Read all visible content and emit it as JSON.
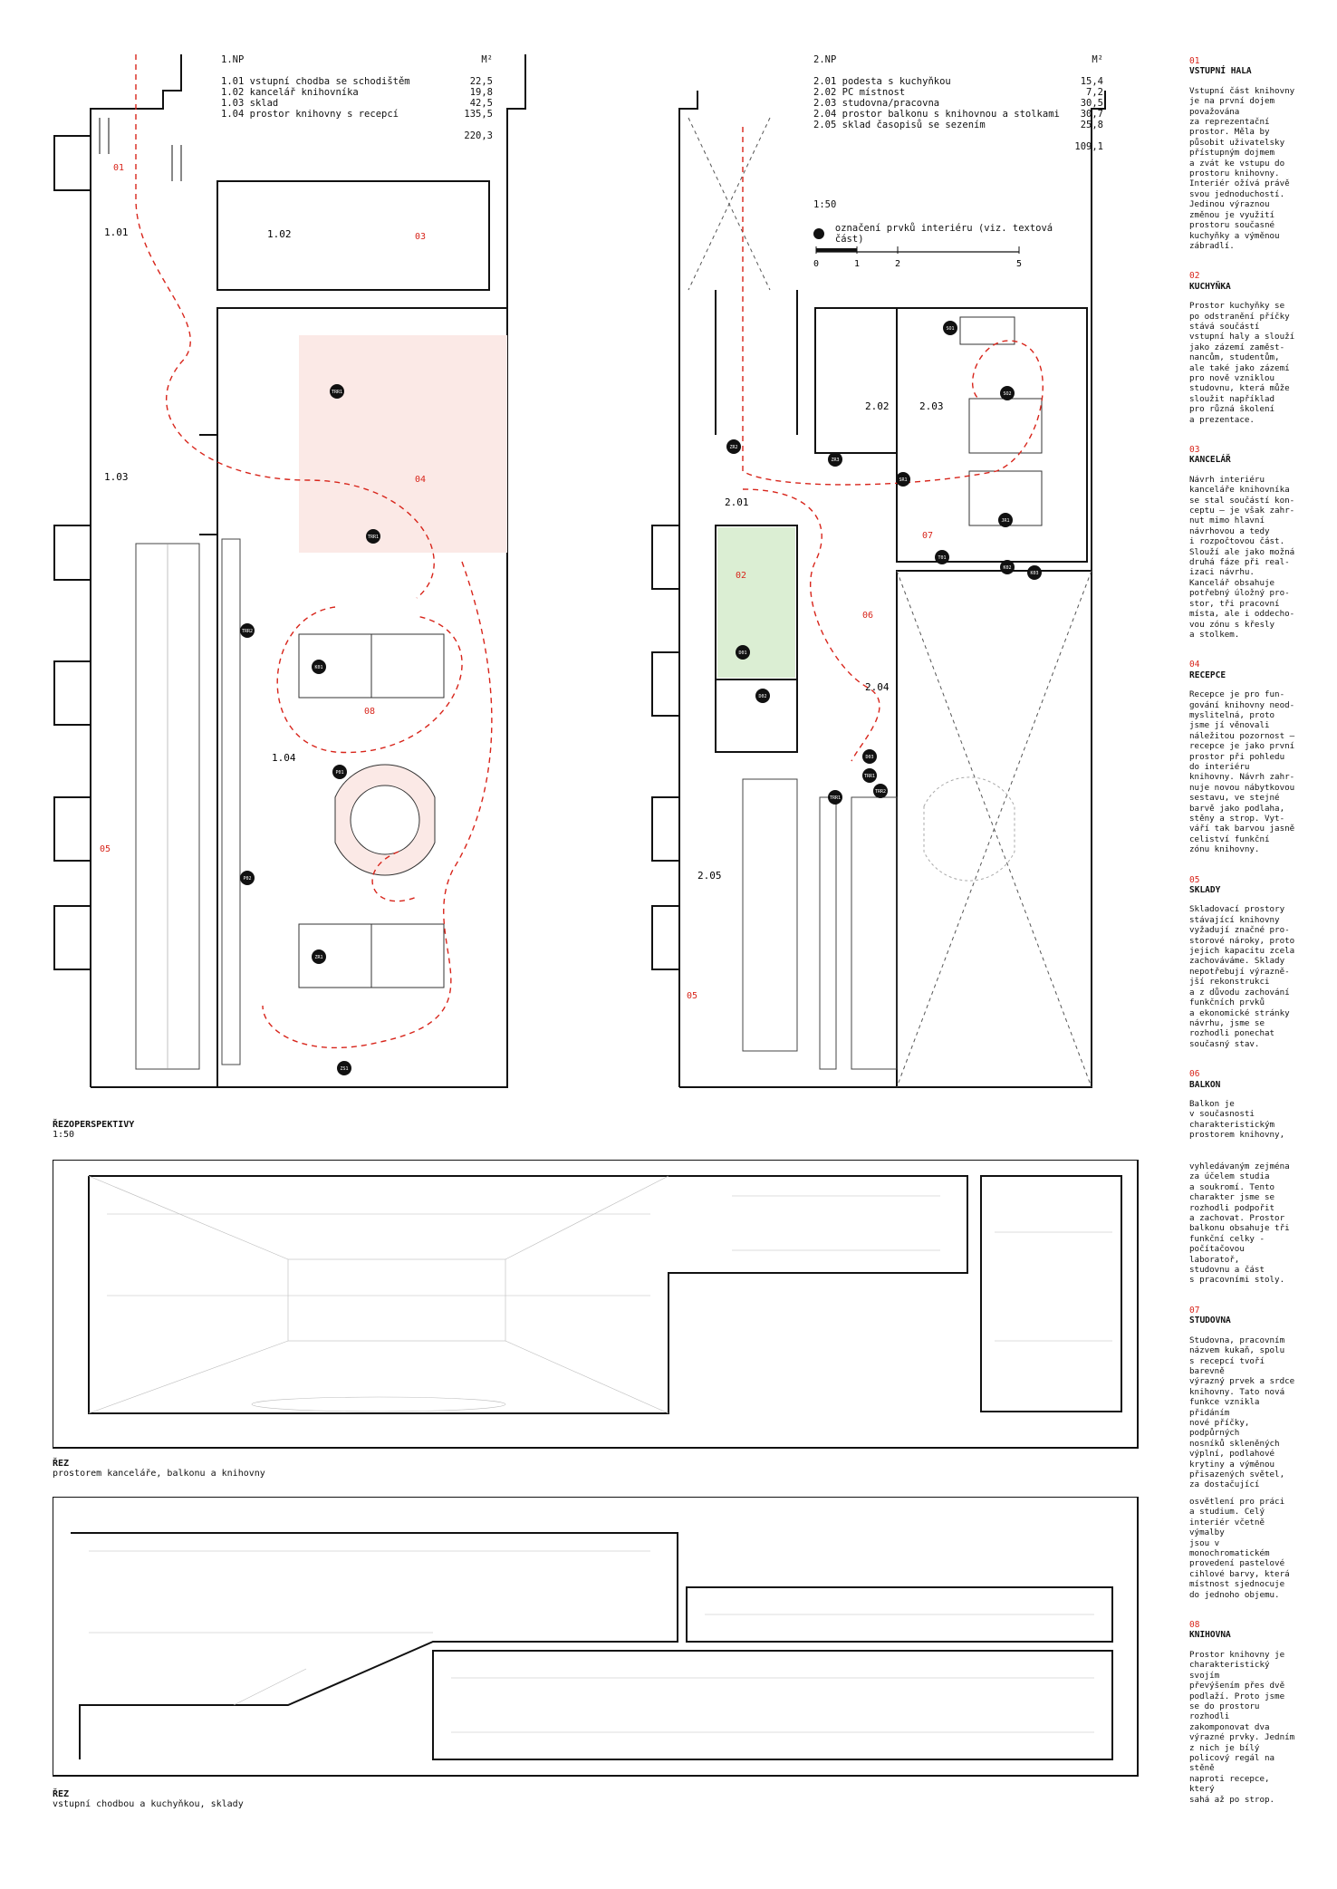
{
  "floor1": {
    "heading": "1.NP",
    "unit": "M²",
    "rooms": [
      {
        "code": "1.01",
        "name": "vstupní chodba se schodištěm",
        "area": "22,5"
      },
      {
        "code": "1.02",
        "name": "kancelář knihovníka",
        "area": "19,8"
      },
      {
        "code": "1.03",
        "name": "sklad",
        "area": "42,5"
      },
      {
        "code": "1.04",
        "name": "prostor knihovny s recepcí",
        "area": "135,5"
      }
    ],
    "total": "220,3",
    "labels": [
      "1.01",
      "1.02",
      "1.03",
      "1.04"
    ],
    "zones": [
      "01",
      "03",
      "04",
      "05",
      "08"
    ]
  },
  "floor2": {
    "heading": "2.NP",
    "unit": "M²",
    "rooms": [
      {
        "code": "2.01",
        "name": "podesta s kuchyňkou",
        "area": "15,4"
      },
      {
        "code": "2.02",
        "name": "PC místnost",
        "area": "7,2"
      },
      {
        "code": "2.03",
        "name": "studovna/pracovna",
        "area": "30,5"
      },
      {
        "code": "2.04",
        "name": "prostor balkonu s knihovnou a stolkami",
        "area": "30,7"
      },
      {
        "code": "2.05",
        "name": "sklad časopisů se sezením",
        "area": "25,8"
      }
    ],
    "total": "109,1",
    "labels": [
      "2.01",
      "2.02",
      "2.03",
      "2.04",
      "2.05"
    ],
    "zones": [
      "02",
      "05",
      "06",
      "07"
    ]
  },
  "legend": {
    "scale": "1:50",
    "marker_text": "označení prvků interiéru (viz. textová část)",
    "scalebar": [
      "0",
      "1",
      "2",
      "5"
    ]
  },
  "markers": [
    "TRR1",
    "TRR1",
    "TRR2",
    "K01",
    "P01",
    "P02",
    "ZR1",
    "ZS1",
    "ZR2",
    "ZR3",
    "SO1",
    "SO2",
    "SR1",
    "JR1",
    "T01",
    "K02",
    "K03",
    "D01",
    "D02",
    "D03"
  ],
  "sections": {
    "heading": "ŘEZOPERSPEKTIVY",
    "heading_scale": "1:50",
    "s1_title": "ŘEZ",
    "s1_subtitle": "prostorem kanceláře, balkonu a knihovny",
    "s2_title": "ŘEZ",
    "s2_subtitle": "vstupní chodbou a kuchyňkou, sklady"
  },
  "sidebar": [
    {
      "num": "01",
      "title": "VSTUPNÍ HALA",
      "text": "Vstupní část knihovny\nje na první dojem\npovažována\nza reprezentační\nprostor. Měla by\npůsobit uživatelsky\npřístupným dojmem\na zvát ke vstupu do\nprostoru knihovny.\nInteriér ožívá právě\nsvou jednoduchostí.\nJedinou výraznou\nzměnou je využití\nprostoru současné\nkuchyňky a výměnou\nzábradlí."
    },
    {
      "num": "02",
      "title": "KUCHYŇKA",
      "text": "Prostor kuchyňky se\npo odstranění příčky\nstává součástí\nvstupní haly a slouží\njako zázemí zaměst-\nnancům, studentům,\nale také jako zázemí\npro nově vzniklou\nstudovnu, která může\nsloužit například\npro různá školení\na prezentace."
    },
    {
      "num": "03",
      "title": "KANCELÁŘ",
      "text": "Návrh interiéru\nkanceláře knihovníka\nse stal součástí kon-\nceptu – je však zahr-\nnut mimo hlavní\nnávrhovou a tedy\ni rozpočtovou část.\nSlouží ale jako možná\ndruhá fáze při real-\nizaci návrhu.\nKancelář obsahuje\npotřebný úložný pro-\nstor, tři pracovní\nmísta, ale i oddecho-\nvou zónu s křesly\na stolkem."
    },
    {
      "num": "04",
      "title": "RECEPCE",
      "text": "Recepce je pro fun-\ngování knihovny neod-\nmyslitelná, proto\njsme jí věnovali\nnáležitou pozornost –\nrecepce je jako první\nprostor při pohledu\ndo interiéru\nknihovny. Návrh zahr-\nnuje novou nábytkovou\nsestavu, ve stejné\nbarvě jako podlaha,\nstěny a strop. Vyt-\nváří tak barvou jasně\nceliství funkční\nzónu knihovny."
    },
    {
      "num": "05",
      "title": "SKLADY",
      "text": "Skladovací prostory\nstávající knihovny\nvyžadují značné pro-\nstorové nároky, proto\njejich kapacitu zcela\nzachováváme. Sklady\nnepotřebují výrazně-\njší rekonstrukci\na z důvodu zachování\nfunkčních prvků\na ekonomické stránky\nnávrhu, jsme se\nrozhodli ponechat\nsoučasný stav."
    },
    {
      "num": "06",
      "title": "BALKON",
      "text": "Balkon je\nv současnosti\ncharakteristickým\nprostorem knihovny,"
    }
  ],
  "sidebar_cont1": "vyhledávaným zejména\nza účelem studia\na soukromí. Tento\ncharakter jsme se\nrozhodli podpořit\na zachovat. Prostor\nbalkonu obsahuje tři\nfunkční celky -\npočítačovou laboratoř,\nstudovnu a část\ns pracovními stoly.",
  "sidebar_07": {
    "num": "07",
    "title": "STUDOVNA",
    "text": "Studovna, pracovním\nnázvem kukaň, spolu\ns recepcí tvoří barevně\nvýrazný prvek a srdce\nknihovny. Tato nová\nfunkce vznikla přidáním\nnové příčky, podpůrných\nnosníků skleněných\nvýplní, podlahové\nkrytiny a výměnou\npřisazených světel,\nza dostačující"
  },
  "sidebar_cont2": "osvětlení pro práci\na studium. Celý\ninteriér včetně výmalby\njsou v monochromatickém\nprovedení pastelové\ncihlové barvy, která\nmístnost sjednocuje\ndo jednoho objemu.",
  "sidebar_08": {
    "num": "08",
    "title": "KNIHOVNA",
    "text": "Prostor knihovny je\ncharakteristický svojím\npřevýšením přes dvě\npodlaží. Proto jsme\nse do prostoru rozhodli\nzakomponovat dva\nvýrazné prvky. Jedním\nz nich je bílý\npolicový regál na stěně\nnaproti recepce, který\nsahá až po strop."
  },
  "colors": {
    "accent_red": "#d8251b",
    "reception_pink": "#fbe9e6",
    "study_green": "#dbeed3",
    "ink": "#111111"
  }
}
